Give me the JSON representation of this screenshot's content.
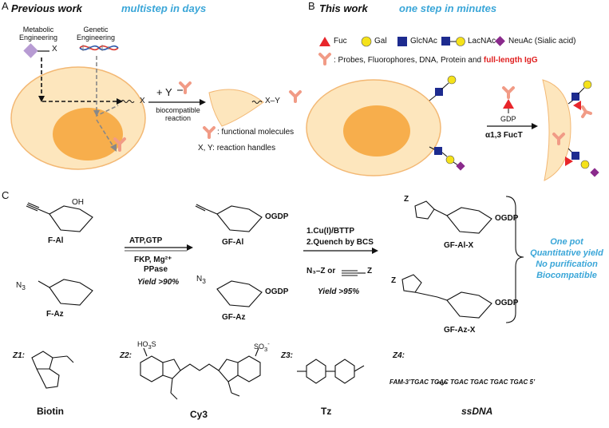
{
  "panelA": {
    "letter": "A",
    "title": "Previous work",
    "subtitle": "multistep in days",
    "metabolic": "Metabolic\nEngineering",
    "metabolic1": "Metabolic",
    "metabolic2": "Engineering",
    "genetic1": "Genetic",
    "genetic2": "Engineering",
    "x_label": "X",
    "plus_y": "+ Y",
    "reaction1": "biocompatible",
    "reaction2": "reaction",
    "xy": "X–Y",
    "legend_func": ":  functional molecules",
    "legend_xy": "X, Y:  reaction handles"
  },
  "panelB": {
    "letter": "B",
    "title": "This work",
    "subtitle": "one step in minutes",
    "legend": {
      "fuc": "Fuc",
      "gal": "Gal",
      "glcnac": "GlcNAc",
      "lacnac": "LacNAc",
      "neuac": "NeuAc (Sialic acid)"
    },
    "probe_text": ":  Probes, Fluorophores, DNA, Protein and ",
    "probe_red": "full-length IgG",
    "gdp": "GDP",
    "enzyme": "α1,3 FucT"
  },
  "panelC": {
    "letter": "C",
    "fal": "F-Al",
    "faz": "F-Az",
    "gfal": "GF-Al",
    "gfaz": "GF-Az",
    "gfalx": "GF-Al-X",
    "gfazx": "GF-Az-X",
    "step1_top": "ATP,GTP",
    "step1_bot1": "FKP, Mg²⁺",
    "step1_bot2": "PPase",
    "yield1": "Yield >90%",
    "step2_top1": "1.Cu(I)/BTTP",
    "step2_top2": "2.Quench by BCS",
    "step2_mid": "N₃–Z  or",
    "step2_z": "Z",
    "yield2": "Yield >95%",
    "ogdp": "OGDP",
    "onepot": [
      "One pot",
      "Quantitative yield",
      "No purification",
      "Biocompatible"
    ],
    "z1": "Z1:",
    "z2": "Z2:",
    "z3": "Z3:",
    "z4": "Z4:",
    "biotin": "Biotin",
    "cy3": "Cy3",
    "tz": "Tz",
    "ssdna": "ssDNA",
    "dna_seq": "FAM-3’TGAC TGAC TGAC TGAC TGAC TGAC 5’"
  },
  "colors": {
    "cell": "#fde6bd",
    "cell_border": "#f3b874",
    "nucleus": "#f7ae4c",
    "blue": "#3aa6d8",
    "red": "#e02020",
    "fuc": "#e8262b",
    "gal": "#f5e21a",
    "glcnac": "#1d2b8f",
    "neuac": "#8a2a8c",
    "probe": "#f19b86"
  }
}
